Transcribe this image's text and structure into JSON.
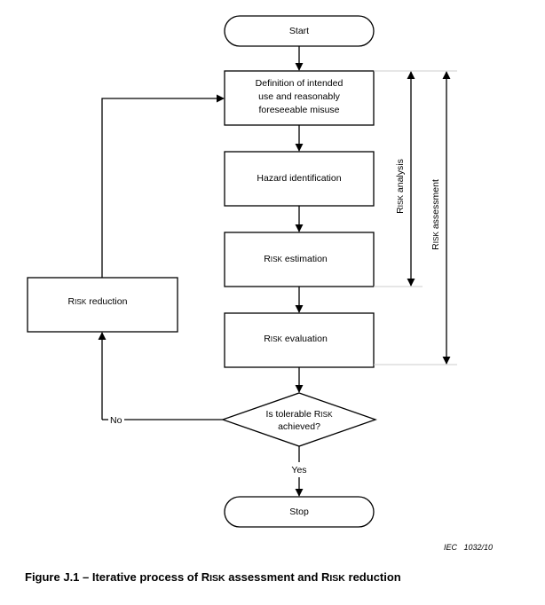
{
  "nodes": {
    "start": {
      "label": "Start"
    },
    "definition": {
      "line1": "Definition of intended",
      "line2": "use and reasonably",
      "line3": "foreseeable misuse"
    },
    "hazard": {
      "label": "Hazard identification"
    },
    "estimation": {
      "initial": "R",
      "smallcaps": "ISK",
      "rest": " estimation"
    },
    "evaluation": {
      "initial": "R",
      "smallcaps": "ISK",
      "rest": " evaluation"
    },
    "reduction": {
      "initial": "R",
      "smallcaps": "ISK",
      "rest": " reduction"
    },
    "decision": {
      "line1_pre": "Is tolerable ",
      "line1_initial": "R",
      "line1_smallcaps": "ISK",
      "line2": "achieved?"
    },
    "stop": {
      "label": "Stop"
    }
  },
  "edges": {
    "no_label": "No",
    "yes_label": "Yes"
  },
  "brackets": {
    "analysis": {
      "initial": "R",
      "smallcaps": "ISK",
      "rest": " analysis"
    },
    "assessment": {
      "initial": "R",
      "smallcaps": "ISK",
      "rest": " assessment"
    }
  },
  "credit": "IEC   1032/10",
  "caption": {
    "part1": "Figure J.1 – Iterative process of ",
    "r1_initial": "R",
    "r1_smallcaps": "ISK",
    "part2": " assessment and ",
    "r2_initial": "R",
    "r2_smallcaps": "ISK",
    "part3": " reduction"
  }
}
